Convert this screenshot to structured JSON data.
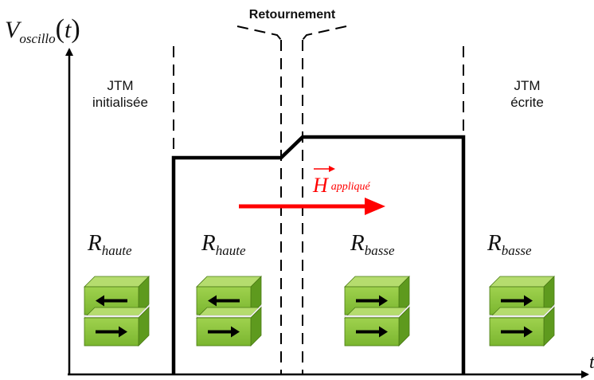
{
  "diagram": {
    "y_axis": {
      "label_main": "V",
      "label_sub": "oscillo",
      "label_paren_open": "(",
      "label_var": "t",
      "label_paren_close": ")"
    },
    "x_axis": {
      "label": "t"
    },
    "title": "Retournement",
    "left_state": {
      "line1": "JTM",
      "line2": "initialisée"
    },
    "right_state": {
      "line1": "JTM",
      "line2": "écrite"
    },
    "field": {
      "symbol": "H",
      "subscript": "appliqué",
      "color": "#ff0000"
    },
    "resistances": [
      {
        "main": "R",
        "sub": "haute"
      },
      {
        "main": "R",
        "sub": "haute"
      },
      {
        "main": "R",
        "sub": "basse"
      },
      {
        "main": "R",
        "sub": "basse"
      }
    ],
    "cubes": [
      {
        "top_arrow": "left",
        "bottom_arrow": "right"
      },
      {
        "top_arrow": "left",
        "bottom_arrow": "right"
      },
      {
        "top_arrow": "right",
        "bottom_arrow": "right"
      },
      {
        "top_arrow": "right",
        "bottom_arrow": "right"
      }
    ],
    "colors": {
      "cube_front": "#8cc63f",
      "cube_top": "#b5dc6e",
      "cube_side": "#5e9a1e",
      "arrow": "#ff0000"
    }
  }
}
